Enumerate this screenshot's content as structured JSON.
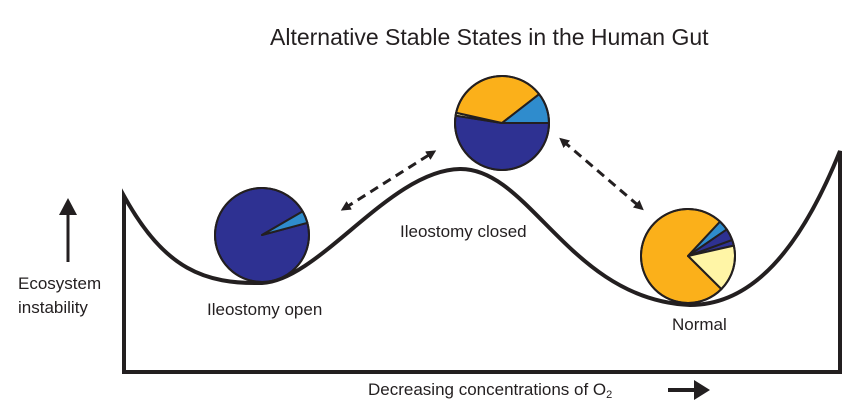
{
  "title": "Alternative Stable States in the Human Gut",
  "y_axis": {
    "line1": "Ecosystem",
    "line2": "instability"
  },
  "x_axis": {
    "label": "Decreasing concentrations of O",
    "subscript": "2"
  },
  "states": {
    "open": "Ileostomy open",
    "closed": "Ileostomy closed",
    "normal": "Normal"
  },
  "colors": {
    "navy": "#2e3192",
    "orange": "#fbb01a",
    "blue": "#2f8ccd",
    "pale_yellow": "#fff5a6",
    "outline": "#231f20"
  },
  "pies": {
    "open": [
      {
        "color_key": "navy",
        "fraction": 0.958
      },
      {
        "color_key": "blue",
        "fraction": 0.042
      }
    ],
    "closed": [
      {
        "color_key": "navy",
        "fraction": 0.525
      },
      {
        "color_key": "pale_yellow",
        "fraction": 0.01
      },
      {
        "color_key": "orange",
        "fraction": 0.36
      },
      {
        "color_key": "blue",
        "fraction": 0.105
      }
    ],
    "normal": [
      {
        "color_key": "navy",
        "fraction": 0.02
      },
      {
        "color_key": "pale_yellow",
        "fraction": 0.16
      },
      {
        "color_key": "orange",
        "fraction": 0.745
      },
      {
        "color_key": "blue",
        "fraction": 0.035
      },
      {
        "color_key": "navy",
        "fraction": 0.04
      }
    ]
  }
}
